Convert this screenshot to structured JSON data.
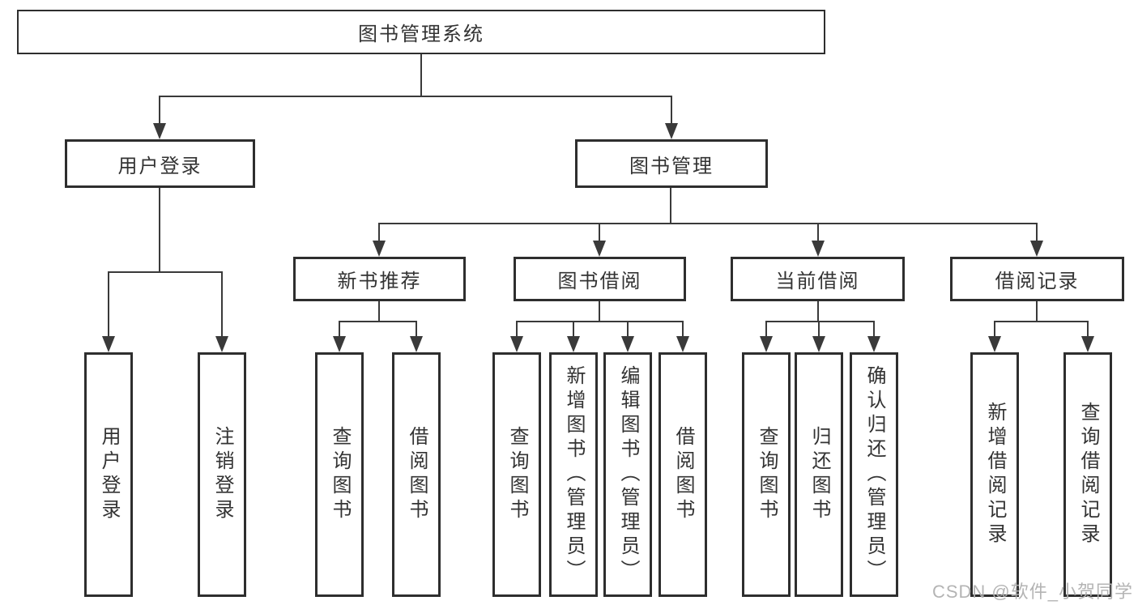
{
  "title": "图书管理系统",
  "watermark": "CSDN @软件_小贺同学",
  "colors": {
    "background": "#ffffff",
    "box_border": "#2e2e2e",
    "connector_line": "#3a3a3a",
    "text": "#333333",
    "watermark_text": "#b0b0b0"
  },
  "tree": {
    "root": {
      "label": "图书管理系统"
    },
    "branches": [
      {
        "label": "用户登录",
        "children": [
          {
            "label": "用户登录"
          },
          {
            "label": "注销登录"
          }
        ]
      },
      {
        "label": "图书管理",
        "children": [
          {
            "label": "新书推荐",
            "children": [
              {
                "label": "查询图书"
              },
              {
                "label": "借阅图书"
              }
            ]
          },
          {
            "label": "图书借阅",
            "children": [
              {
                "label": "查询图书"
              },
              {
                "label": "新增图书（管理员）"
              },
              {
                "label": "编辑图书（管理员）"
              },
              {
                "label": "借阅图书"
              }
            ]
          },
          {
            "label": "当前借阅",
            "children": [
              {
                "label": "查询图书"
              },
              {
                "label": "归还图书"
              },
              {
                "label": "确认归还（管理员）"
              }
            ]
          },
          {
            "label": "借阅记录",
            "children": [
              {
                "label": "新增借阅记录"
              },
              {
                "label": "查询借阅记录"
              }
            ]
          }
        ]
      }
    ]
  }
}
